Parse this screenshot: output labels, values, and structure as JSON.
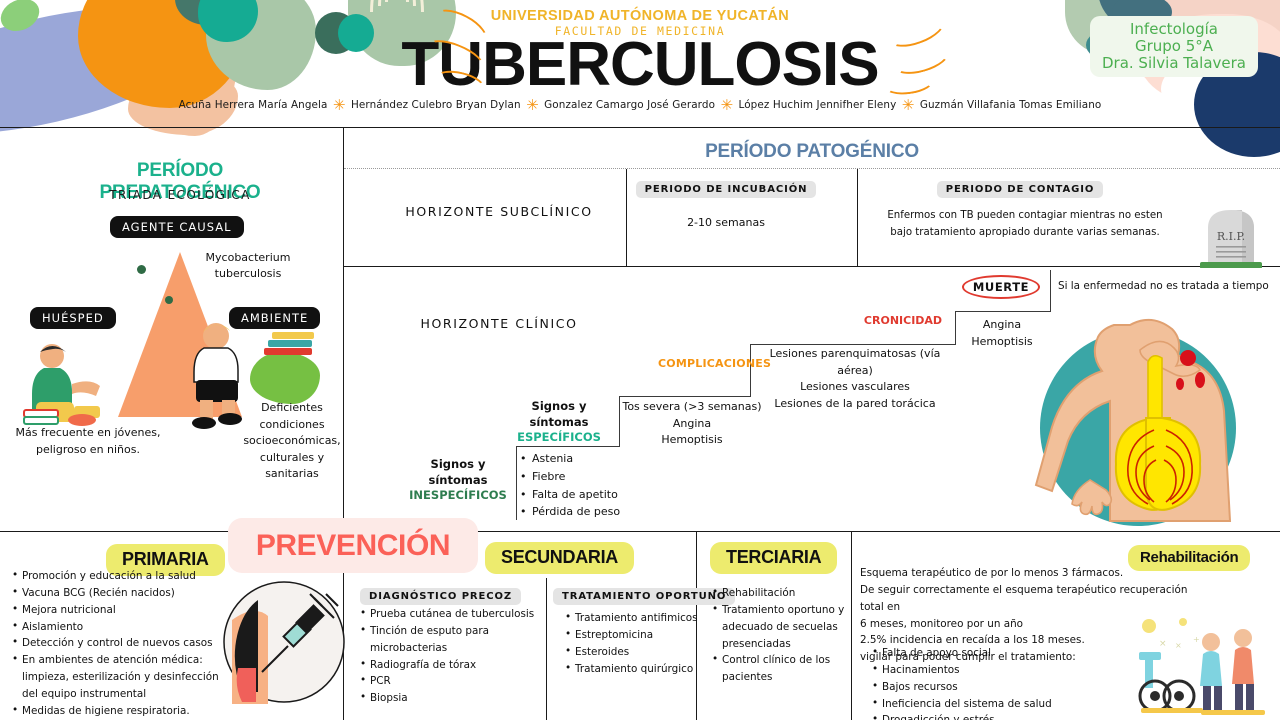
{
  "header": {
    "university": "UNIVERSIDAD AUTÓNOMA DE YUCATÁN",
    "faculty": "FACULTAD DE MEDICINA",
    "title": "TUBERCULOSIS",
    "course_line1": "Infectología",
    "course_line2": "Grupo 5°A",
    "course_line3": "Dra. Silvia Talavera",
    "authors": [
      "Acuña Herrera María Angela",
      "Hernández Culebro Bryan Dylan",
      "Gonzalez Camargo José Gerardo",
      "López Huchim Jennifher Eleny",
      "Guzmán Villafania Tomas Emiliano"
    ]
  },
  "prepatogenico": {
    "title": "PERÍODO PREPATOGÉNICO",
    "subtitle": "TRÍADA ECOLÓGICA",
    "agente_label": "AGENTE CAUSAL",
    "agente_text": "Mycobacterium\ntuberculosis",
    "huesped_label": "HUÉSPED",
    "huesped_text": "Más frecuente en jóvenes,\npeligroso en niños.",
    "ambiente_label": "AMBIENTE",
    "ambiente_text": "Deficientes\ncondiciones\nsocioeconómicas,\nculturales y sanitarias"
  },
  "patogenico": {
    "title": "PERÍODO PATOGÉNICO",
    "horizonte_subclinico": "HORIZONTE SUBCLÍNICO",
    "horizonte_clinico": "HORIZONTE CLÍNICO",
    "incubacion_label": "PERIODO DE INCUBACIÓN",
    "incubacion_value": "2-10 semanas",
    "contagio_label": "PERIODO DE CONTAGIO",
    "contagio_value": "Enfermos con TB pueden contagiar mientras no esten\nbajo tratamiento apropiado durante varias semanas.",
    "signos_inespecificos_l1": "Signos y síntomas",
    "signos_inespecificos_l2": "INESPECÍFICOS",
    "inespecificos": [
      "Astenia",
      "Fiebre",
      "Falta de apetito",
      "Pérdida de peso"
    ],
    "signos_especificos_l1": "Signos y síntomas",
    "signos_especificos_l2": "ESPECÍFICOS",
    "especificos": [
      "Tos severa (>3 semanas)",
      "Angina",
      "Hemoptisis"
    ],
    "complicaciones_label": "COMPLICACIONES",
    "complicaciones": [
      "Lesiones parenquimatosas (vía aérea)",
      "Lesiones vasculares",
      "Lesiones de la pared torácica"
    ],
    "cronicidad_label": "CRONICIDAD",
    "cronicidad": [
      "Angina",
      "Hemoptisis"
    ],
    "muerte_label": "MUERTE",
    "muerte_note": "Si la enfermedad no es tratada a tiempo",
    "rip_text": "R.I.P."
  },
  "prevencion": {
    "badge": "PREVENCIÓN",
    "primaria": {
      "label": "PRIMARIA",
      "items": [
        {
          "text": "Promoción y educación a la salud",
          "cont": false
        },
        {
          "text": "Vacuna BCG (Recién nacidos)",
          "cont": false
        },
        {
          "text": "Mejora nutricional",
          "cont": false
        },
        {
          "text": "Aislamiento",
          "cont": false
        },
        {
          "text": "Detección y control de nuevos casos",
          "cont": false
        },
        {
          "text": "En ambientes de atención médica:",
          "cont": false
        },
        {
          "text": "limpieza, esterilización y desinfección",
          "cont": true
        },
        {
          "text": "del equipo instrumental",
          "cont": true
        },
        {
          "text": "Medidas de higiene respiratoria.",
          "cont": false
        }
      ]
    },
    "secundaria": {
      "label": "SECUNDARIA",
      "diagnostico_label": "DIAGNÓSTICO PRECOZ",
      "diagnostico_items": [
        {
          "text": "Prueba cutánea de tuberculosis",
          "cont": false
        },
        {
          "text": "Tinción de esputo para",
          "cont": false
        },
        {
          "text": "microbacterias",
          "cont": true
        },
        {
          "text": "Radiografía de tórax",
          "cont": false
        },
        {
          "text": "PCR",
          "cont": false
        },
        {
          "text": "Biopsia",
          "cont": false
        }
      ],
      "tratamiento_label": "TRATAMIENTO OPORTUNO",
      "tratamiento_items": [
        {
          "text": "Tratamiento antifimicos",
          "cont": false
        },
        {
          "text": "Estreptomicina",
          "cont": false
        },
        {
          "text": "Esteroides",
          "cont": false
        },
        {
          "text": "Tratamiento quirúrgico",
          "cont": false
        }
      ]
    },
    "terciaria": {
      "label": "TERCIARIA",
      "items": [
        {
          "text": "Rehabilitación",
          "cont": false
        },
        {
          "text": "Tratamiento oportuno y",
          "cont": false
        },
        {
          "text": "adecuado de secuelas",
          "cont": true
        },
        {
          "text": "presenciadas",
          "cont": true
        },
        {
          "text": "Control clínico de los",
          "cont": false
        },
        {
          "text": "pacientes",
          "cont": true
        }
      ]
    },
    "rehabilitacion": {
      "label": "Rehabilitación",
      "paragraph": "Esquema terapéutico de por lo menos 3 fármacos.\nDe seguir correctamente el esquema terapéutico recuperación total en\n6 meses, monitoreo por un año\n2.5% incidencia en recaída a los 18 meses.\nvigilar para poder cumplir el tratamiento:",
      "items": [
        {
          "text": "Falta de apoyo social",
          "cont": false
        },
        {
          "text": "Hacinamientos",
          "cont": false
        },
        {
          "text": "Bajos recursos",
          "cont": false
        },
        {
          "text": "Ineficiencia del sistema de salud",
          "cont": false
        },
        {
          "text": "Drogadicción y estrés",
          "cont": false
        }
      ]
    }
  },
  "colors": {
    "teal": "#1bb18c",
    "blue_grey": "#5b7fa6",
    "orange": "#f59412",
    "red": "#e03a2f",
    "yellow_badge": "#edeb6e",
    "salmon": "#fb6158",
    "gold": "#f0b429",
    "green_course": "#4caf50"
  }
}
